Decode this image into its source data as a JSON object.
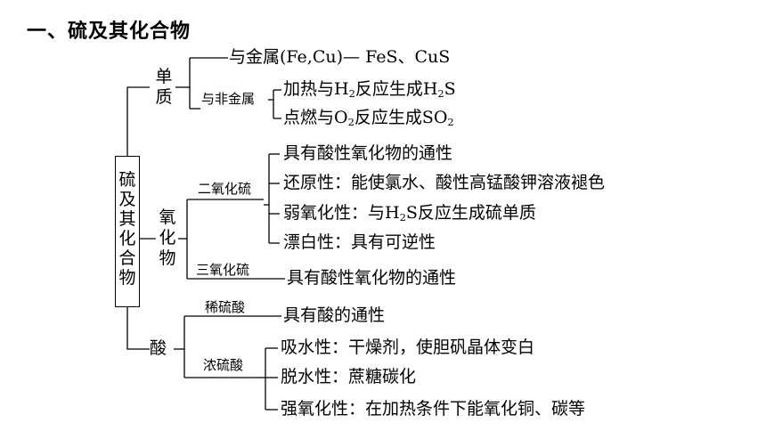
{
  "title": "一、硫及其化合物",
  "root": [
    "硫",
    "及",
    "其",
    "化",
    "合",
    "物"
  ],
  "simple": {
    "label": [
      "单",
      "质"
    ],
    "metal": {
      "text": "与金属(Fe,Cu)— FeS、CuS"
    },
    "nonmetal": {
      "label": "与非金属",
      "heat_pre": "加热与H",
      "heat_sub": "2",
      "heat_mid": "反应生成H",
      "heat_sub2": "2",
      "heat_post": "S",
      "burn_pre": "点燃与O",
      "burn_sub": "2",
      "burn_mid": "反应生成SO",
      "burn_sub2": "2"
    }
  },
  "oxide": {
    "label": [
      "氧",
      "化",
      "物"
    ],
    "so2": {
      "label": "二氧化硫",
      "p1": "具有酸性氧化物的通性",
      "p2": "还原性：能使氯水、酸性高锰酸钾溶液褪色",
      "p3_pre": "弱氧化性：与H",
      "p3_sub": "2",
      "p3_post": "S反应生成硫单质",
      "p4": "漂白性：具有可逆性"
    },
    "so3": {
      "label": "三氧化硫",
      "p1": "具有酸性氧化物的通性"
    }
  },
  "acid": {
    "label": "酸",
    "dilute": {
      "label": "稀硫酸",
      "p1": "具有酸的通性"
    },
    "conc": {
      "label": "浓硫酸",
      "p1": "吸水性：干燥剂，使胆矾晶体变白",
      "p2": "脱水性：蔗糖碳化",
      "p3": "强氧化性：在加热条件下能氧化铜、碳等"
    }
  }
}
